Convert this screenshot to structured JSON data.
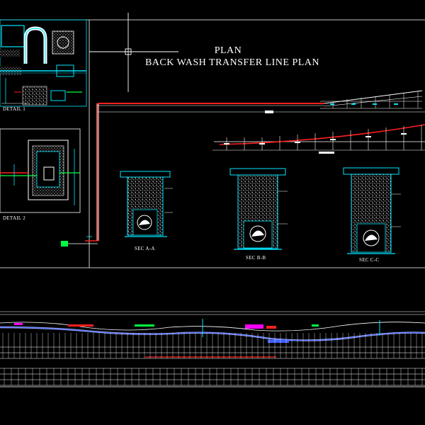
{
  "drawing": {
    "plan_label": "PLAN",
    "title": "BACK WASH TRANSFER LINE PLAN",
    "detail_1_label": "DETAIL 1",
    "detail_2_label": "DETAIL 2",
    "section_labels": [
      "SEC A-A",
      "SEC B-B",
      "SEC C-C"
    ]
  },
  "colors": {
    "background": "#000000",
    "frame": "#ffffff",
    "cyan": "#00e5ff",
    "pipe_red": "#ff2020",
    "green": "#00ff40",
    "magenta": "#ff00ff",
    "blue": "#4060ff"
  }
}
